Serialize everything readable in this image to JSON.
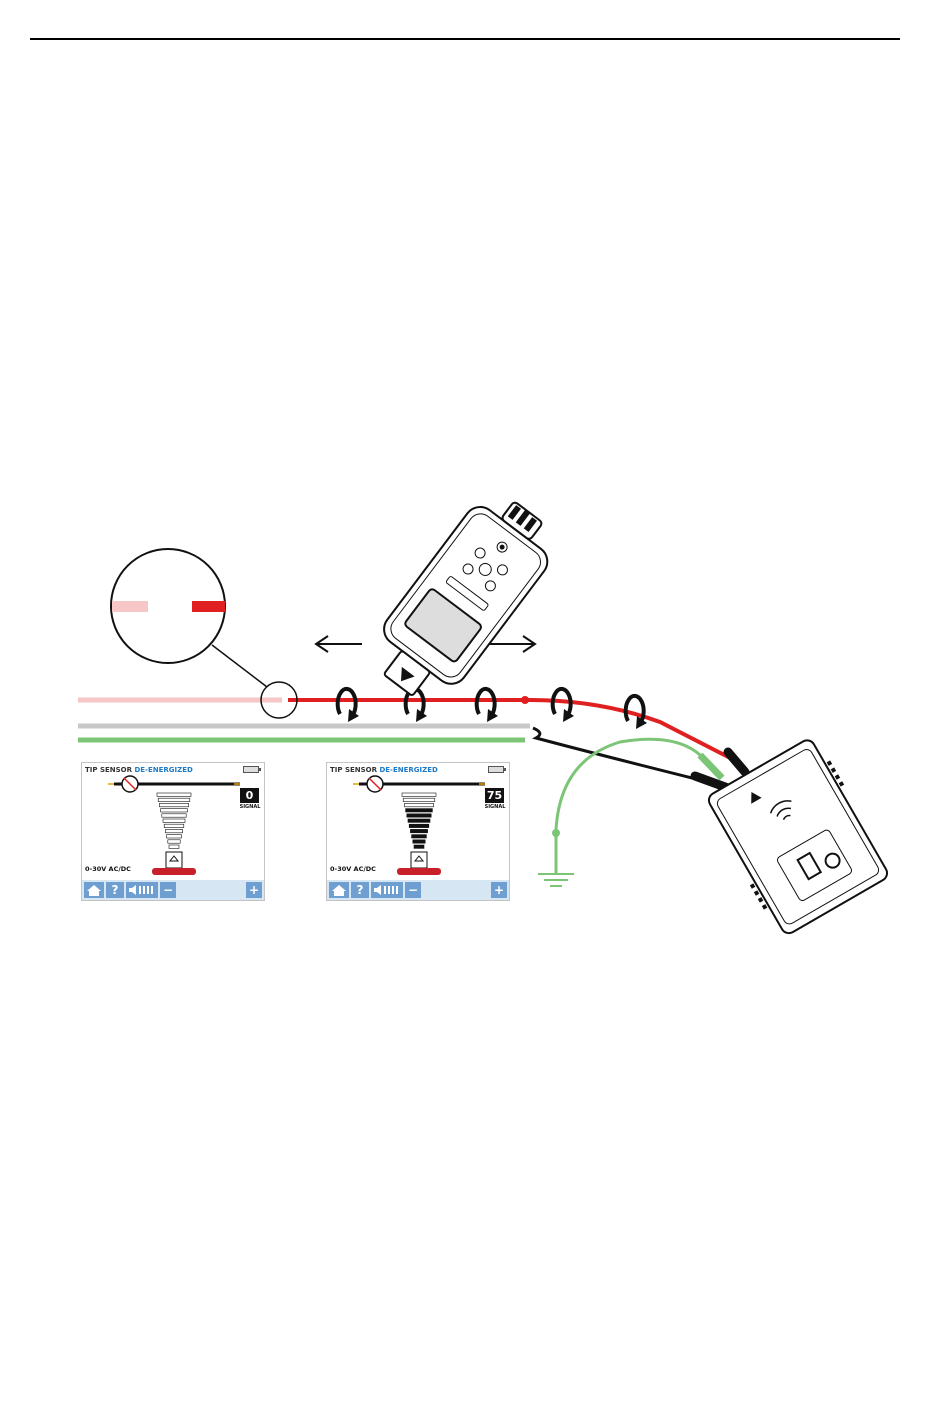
{
  "screens": [
    {
      "title": "TIP SENSOR",
      "state": "DE-ENERGIZED",
      "value": "0",
      "value_label": "SIGNAL",
      "range": "0-30V AC/DC",
      "signal_level": 0,
      "toolbar": {
        "help": "?",
        "minus": "−",
        "plus": "+"
      }
    },
    {
      "title": "TIP SENSOR",
      "state": "DE-ENERGIZED",
      "value": "75",
      "value_label": "SIGNAL",
      "range": "0-30V AC/DC",
      "signal_level": 0.75,
      "toolbar": {
        "help": "?",
        "minus": "−",
        "plus": "+"
      }
    }
  ],
  "colors": {
    "live_wire": "#e02020",
    "faded_wire": "#f7c6c6",
    "neutral_wire": "#c8c8c8",
    "ground_wire": "#7cc576",
    "black_lead": "#111111",
    "toolbar_button": "#6f9fd0",
    "state_text": "#1f7ac7",
    "sensor_base": "#c8202a"
  },
  "icons": [
    "home-icon",
    "speaker-icon",
    "tracing-signal-icon",
    "ground-symbol-icon",
    "move-left-arrow-icon",
    "move-right-arrow-icon"
  ]
}
